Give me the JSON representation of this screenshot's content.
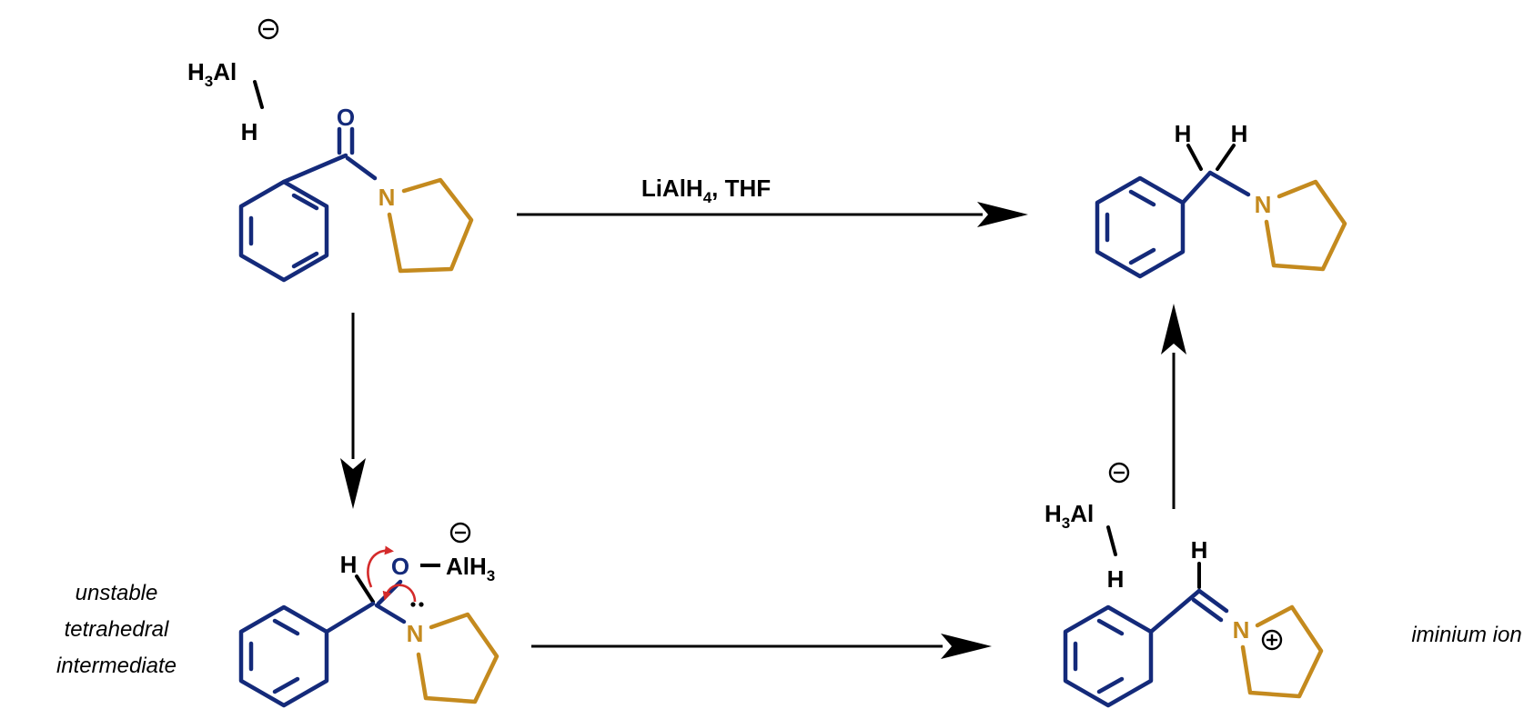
{
  "colors": {
    "phenyl": "#142a7a",
    "pyrrolidine": "#c48a1e",
    "electron_arrow": "#d42a2a",
    "text": "#000000"
  },
  "reagents": {
    "top_arrow": {
      "main": "LiAlH",
      "sub": "4",
      "rest": ", THF"
    }
  },
  "atoms": {
    "oxygen": "O",
    "nitrogen": "N",
    "hydrogen": "H",
    "aluminum": "Al",
    "aluminum_hydride_prefix": "H",
    "aluminum_hydride_sub": "3",
    "al_h3_main": "AlH",
    "al_h3_sub": "3"
  },
  "labels": {
    "intermediate": [
      "unstable",
      "tetrahedral",
      "intermediate"
    ],
    "iminium": "iminium ion"
  }
}
